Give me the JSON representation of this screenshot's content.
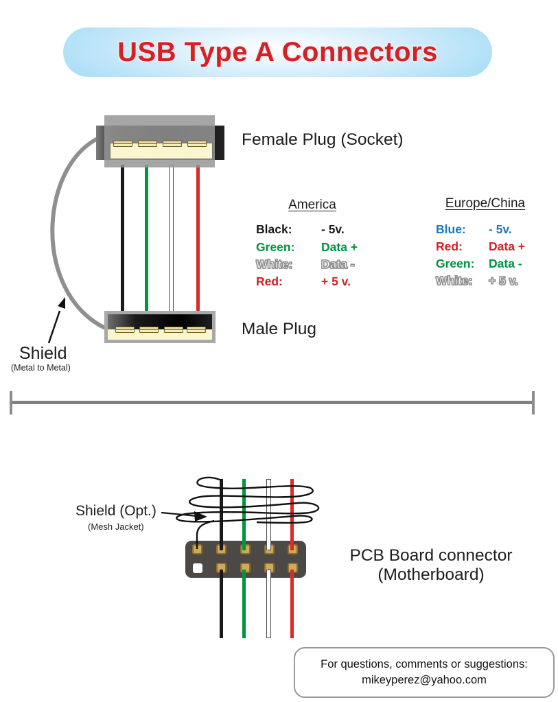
{
  "title": "USB Type A Connectors",
  "diagram": {
    "female_plug_label": "Female Plug (Socket)",
    "male_plug_label": "Male Plug",
    "shield_label": "Shield",
    "shield_sublabel": "(Metal to Metal)",
    "shield_opt_label": "Shield (Opt.)",
    "shield_opt_sublabel": "(Mesh Jacket)",
    "pcb_label_line1": "PCB Board connector",
    "pcb_label_line2": "(Motherboard)"
  },
  "pinout_tables": {
    "america": {
      "title": "America",
      "rows": [
        {
          "label": "Black:",
          "value": "- 5v.",
          "color": "#1a1a1a"
        },
        {
          "label": "Green:",
          "value": "Data +",
          "color": "#00923f"
        },
        {
          "label": "White:",
          "value": "Data -",
          "color": "#ffffff"
        },
        {
          "label": "Red:",
          "value": "+ 5 v.",
          "color": "#cc2127"
        }
      ]
    },
    "europe_china": {
      "title": "Europe/China",
      "rows": [
        {
          "label": "Blue:",
          "value": "- 5v.",
          "color": "#1b78c0"
        },
        {
          "label": "Red:",
          "value": "Data +",
          "color": "#cc2127"
        },
        {
          "label": "Green:",
          "value": "Data -",
          "color": "#00923f"
        },
        {
          "label": "White:",
          "value": "+ 5 v.",
          "color": "#ffffff"
        }
      ]
    }
  },
  "wires": [
    {
      "name": "black",
      "color": "#1a1a1a"
    },
    {
      "name": "green",
      "color": "#009640"
    },
    {
      "name": "white",
      "color": "#ffffff"
    },
    {
      "name": "red",
      "color": "#da2c27"
    }
  ],
  "footer": {
    "line1": "For questions, comments or suggestions:",
    "line2": "mikeyperez@yahoo.com"
  },
  "colors": {
    "banner_blue_edge": "#29a8e0",
    "title_red": "#d42127",
    "shield_gray": "#8f8f8f",
    "pcb_body": "#4b4846",
    "pad_gold": "#cfa95c",
    "plug_shell_gray": "#a8a8a8",
    "tongue_cream": "#faf6d0"
  }
}
